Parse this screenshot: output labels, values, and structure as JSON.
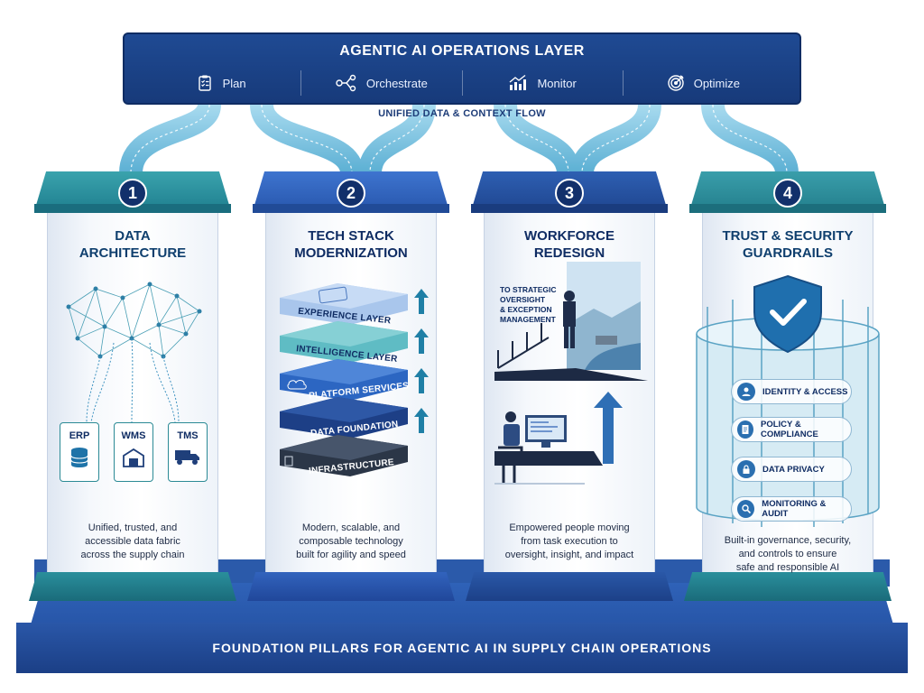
{
  "header": {
    "title": "AGENTIC AI OPERATIONS LAYER",
    "items": [
      {
        "label": "Plan",
        "icon": "clipboard-checklist-icon"
      },
      {
        "label": "Orchestrate",
        "icon": "node-network-icon"
      },
      {
        "label": "Monitor",
        "icon": "bar-chart-trend-icon"
      },
      {
        "label": "Optimize",
        "icon": "target-icon"
      }
    ]
  },
  "flow_label": "UNIFIED DATA & CONTEXT FLOW",
  "pillars": [
    {
      "number": "1",
      "title_lines": [
        "DATA",
        "ARCHITECTURE"
      ],
      "systems": [
        {
          "label": "ERP",
          "icon": "database-icon"
        },
        {
          "label": "WMS",
          "icon": "warehouse-icon"
        },
        {
          "label": "TMS",
          "icon": "truck-icon"
        }
      ],
      "description_lines": [
        "Unified, trusted, and",
        "accessible data fabric",
        "across the supply chain"
      ]
    },
    {
      "number": "2",
      "title_lines": [
        "TECH STACK",
        "MODERNIZATION"
      ],
      "layers": [
        "EXPERIENCE LAYER",
        "INTELLIGENCE LAYER",
        "PLATFORM SERVICES",
        "DATA FOUNDATION",
        "INFRASTRUCTURE"
      ],
      "description_lines": [
        "Modern, scalable, and",
        "composable technology",
        "built for agility and speed"
      ]
    },
    {
      "number": "3",
      "title_lines": [
        "WORKFORCE",
        "REDESIGN"
      ],
      "callout_lines": [
        "TO STRATEGIC",
        "OVERSIGHT",
        "& EXCEPTION",
        "MANAGEMENT"
      ],
      "description_lines": [
        "Empowered people moving",
        "from task execution to",
        "oversight, insight, and impact"
      ]
    },
    {
      "number": "4",
      "title_lines": [
        "TRUST & SECURITY",
        "GUARDRAILS"
      ],
      "guardrails": [
        {
          "label": "IDENTITY & ACCESS",
          "icon": "user-icon"
        },
        {
          "label": "POLICY & COMPLIANCE",
          "icon": "document-icon"
        },
        {
          "label": "DATA PRIVACY",
          "icon": "lock-icon"
        },
        {
          "label": "MONITORING & AUDIT",
          "icon": "magnifier-icon"
        }
      ],
      "description_lines": [
        "Built-in governance, security,",
        "and controls to ensure",
        "safe and responsible AI"
      ]
    }
  ],
  "footer": "FOUNDATION PILLARS FOR AGENTIC AI IN SUPPLY CHAIN OPERATIONS",
  "colors": {
    "navy": "#173a7a",
    "teal": "#2a8f9c",
    "royal_blue": "#2f62b8",
    "flow_cyan": "#7cc8e6"
  }
}
